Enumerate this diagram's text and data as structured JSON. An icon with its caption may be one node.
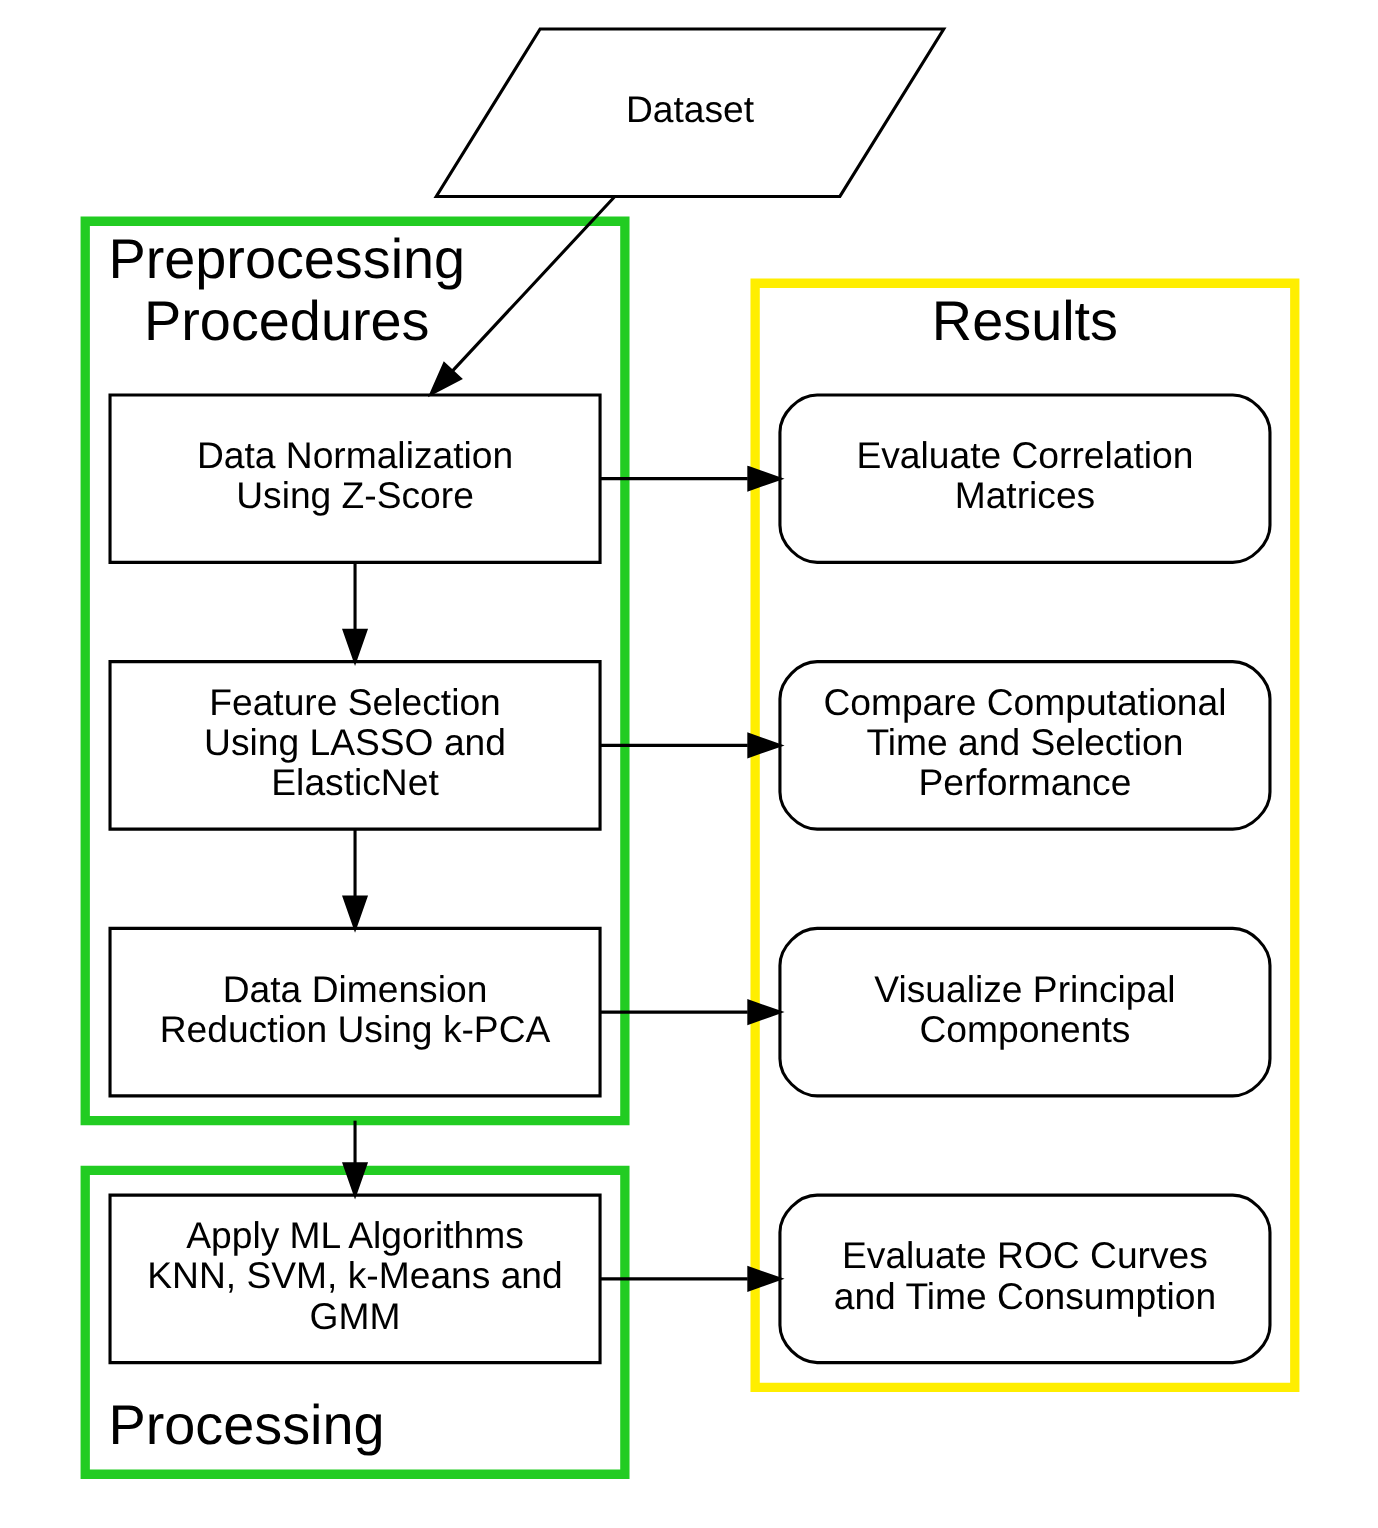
{
  "diagram": {
    "nodes": [
      {
        "text": [
          "Dataset"
        ]
      },
      {
        "text": [
          "Preprocessing Procedures"
        ]
      },
      {
        "text": [
          "Data Normalization Using Z-Score"
        ],
        "in": 1
      },
      {
        "text": [
          "Feature Selection Using LASSO and ElasticNet"
        ],
        "in": 1
      },
      {
        "text": [
          "Data Dimension Reduction Using k-PCA"
        ],
        "in": 1
      },
      {
        "text": [
          "Processing"
        ]
      },
      {
        "text": [
          "Apply ML Algorithms KNN, SVM, k-Means and GMM"
        ],
        "in": 5
      },
      {
        "text": [
          "Results"
        ]
      },
      {
        "text": [
          "Evaluate Correlation Matrices"
        ],
        "in": 7
      },
      {
        "text": [
          "Compare Computational Time and Selection Performance"
        ],
        "in": 7
      },
      {
        "text": [
          "Visualize Principal Components"
        ],
        "in": 7
      },
      {
        "text": [
          "Evaluate ROC Curves and Time Consumption"
        ],
        "in": 7
      }
    ],
    "edges": [
      {
        "from": 0,
        "to": 2,
        "arrow": "to"
      },
      {
        "from": 2,
        "to": 3,
        "arrow": "to"
      },
      {
        "from": 3,
        "to": 4,
        "arrow": "to"
      },
      {
        "from": 1,
        "to": 6,
        "arrow": "to"
      },
      {
        "from": 2,
        "to": 8,
        "arrow": "to"
      },
      {
        "from": 3,
        "to": 9,
        "arrow": "to"
      },
      {
        "from": 4,
        "to": 10,
        "arrow": "to"
      },
      {
        "from": 6,
        "to": 11,
        "arrow": "to"
      }
    ]
  }
}
